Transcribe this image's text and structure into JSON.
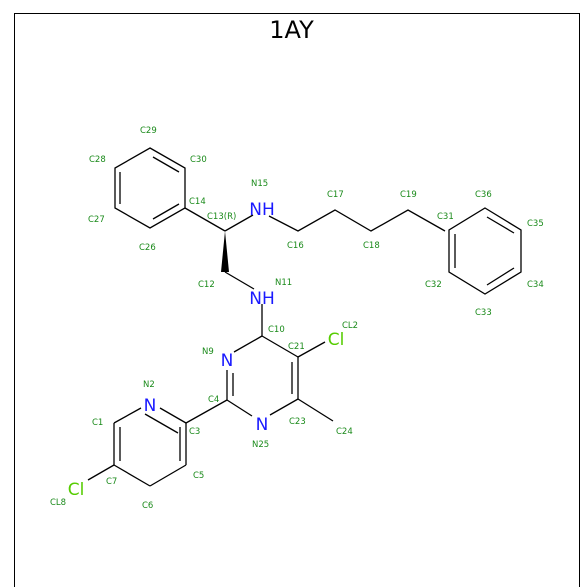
{
  "title": "1AY",
  "colors": {
    "carbon_bond": "#000000",
    "nitrogen": "#1a1aff",
    "chlorine": "#55cc00",
    "atom_label": "#1a8a1a"
  },
  "atom_labels": [
    {
      "id": "C1",
      "text": "C1"
    },
    {
      "id": "N2",
      "text": "N2"
    },
    {
      "id": "C3",
      "text": "C3"
    },
    {
      "id": "C4",
      "text": "C4"
    },
    {
      "id": "C5",
      "text": "C5"
    },
    {
      "id": "C6",
      "text": "C6"
    },
    {
      "id": "C7",
      "text": "C7"
    },
    {
      "id": "CL8",
      "text": "CL8"
    },
    {
      "id": "N9",
      "text": "N9"
    },
    {
      "id": "C10",
      "text": "C10"
    },
    {
      "id": "N11",
      "text": "N11"
    },
    {
      "id": "C12",
      "text": "C12"
    },
    {
      "id": "C13",
      "text": "C13(R)"
    },
    {
      "id": "C14",
      "text": "C14"
    },
    {
      "id": "N15",
      "text": "N15"
    },
    {
      "id": "C16",
      "text": "C16"
    },
    {
      "id": "C17",
      "text": "C17"
    },
    {
      "id": "C18",
      "text": "C18"
    },
    {
      "id": "C19",
      "text": "C19"
    },
    {
      "id": "C21",
      "text": "C21"
    },
    {
      "id": "CL2",
      "text": "CL2"
    },
    {
      "id": "C23",
      "text": "C23"
    },
    {
      "id": "C24",
      "text": "C24"
    },
    {
      "id": "N25",
      "text": "N25"
    },
    {
      "id": "C26",
      "text": "C26"
    },
    {
      "id": "C27",
      "text": "C27"
    },
    {
      "id": "C28",
      "text": "C28"
    },
    {
      "id": "C29",
      "text": "C29"
    },
    {
      "id": "C30",
      "text": "C30"
    },
    {
      "id": "C31",
      "text": "C31"
    },
    {
      "id": "C32",
      "text": "C32"
    },
    {
      "id": "C33",
      "text": "C33"
    },
    {
      "id": "C34",
      "text": "C34"
    },
    {
      "id": "C35",
      "text": "C35"
    },
    {
      "id": "C36",
      "text": "C36"
    }
  ],
  "element_symbols": {
    "n15": "NH",
    "n11": "NH",
    "n9": "N",
    "n25": "N",
    "n2": "N",
    "cl_top": "Cl",
    "cl_bottom": "Cl"
  }
}
